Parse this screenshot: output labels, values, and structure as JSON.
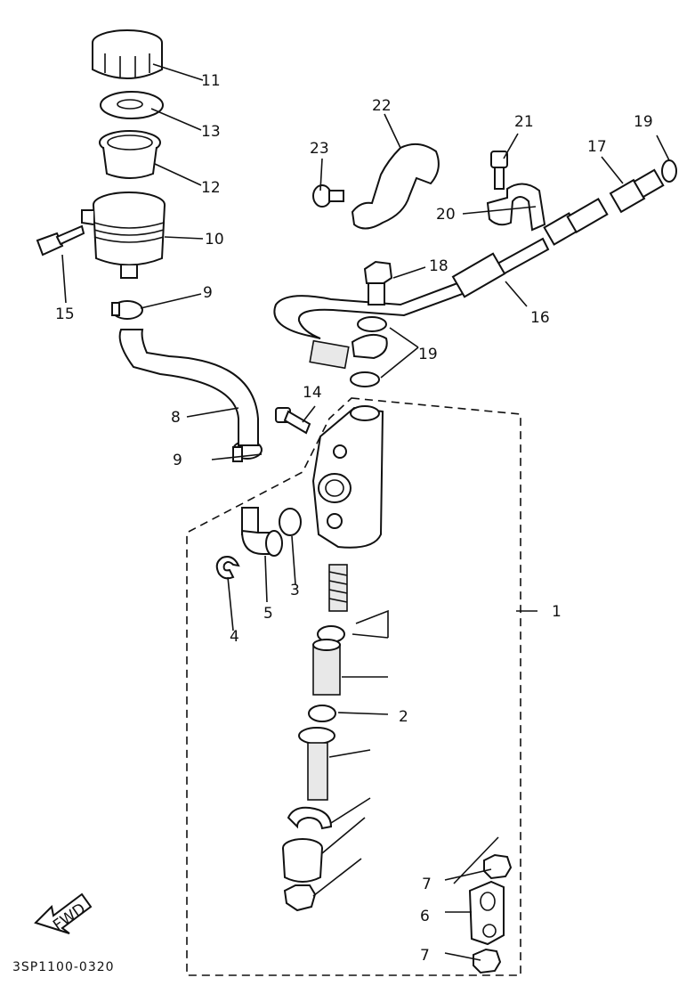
{
  "diagram_code": "3SP1100-0320",
  "fwd_label": "FWD",
  "callouts": {
    "p1": "1",
    "p2": "2",
    "p3": "3",
    "p4": "4",
    "p5": "5",
    "p6": "6",
    "p7a": "7",
    "p7b": "7",
    "p8": "8",
    "p9a": "9",
    "p9b": "9",
    "p10": "10",
    "p11": "11",
    "p12": "12",
    "p13": "13",
    "p14": "14",
    "p15": "15",
    "p16": "16",
    "p17": "17",
    "p18": "18",
    "p19a": "19",
    "p19b": "19",
    "p20": "20",
    "p21": "21",
    "p22": "22",
    "p23": "23"
  }
}
